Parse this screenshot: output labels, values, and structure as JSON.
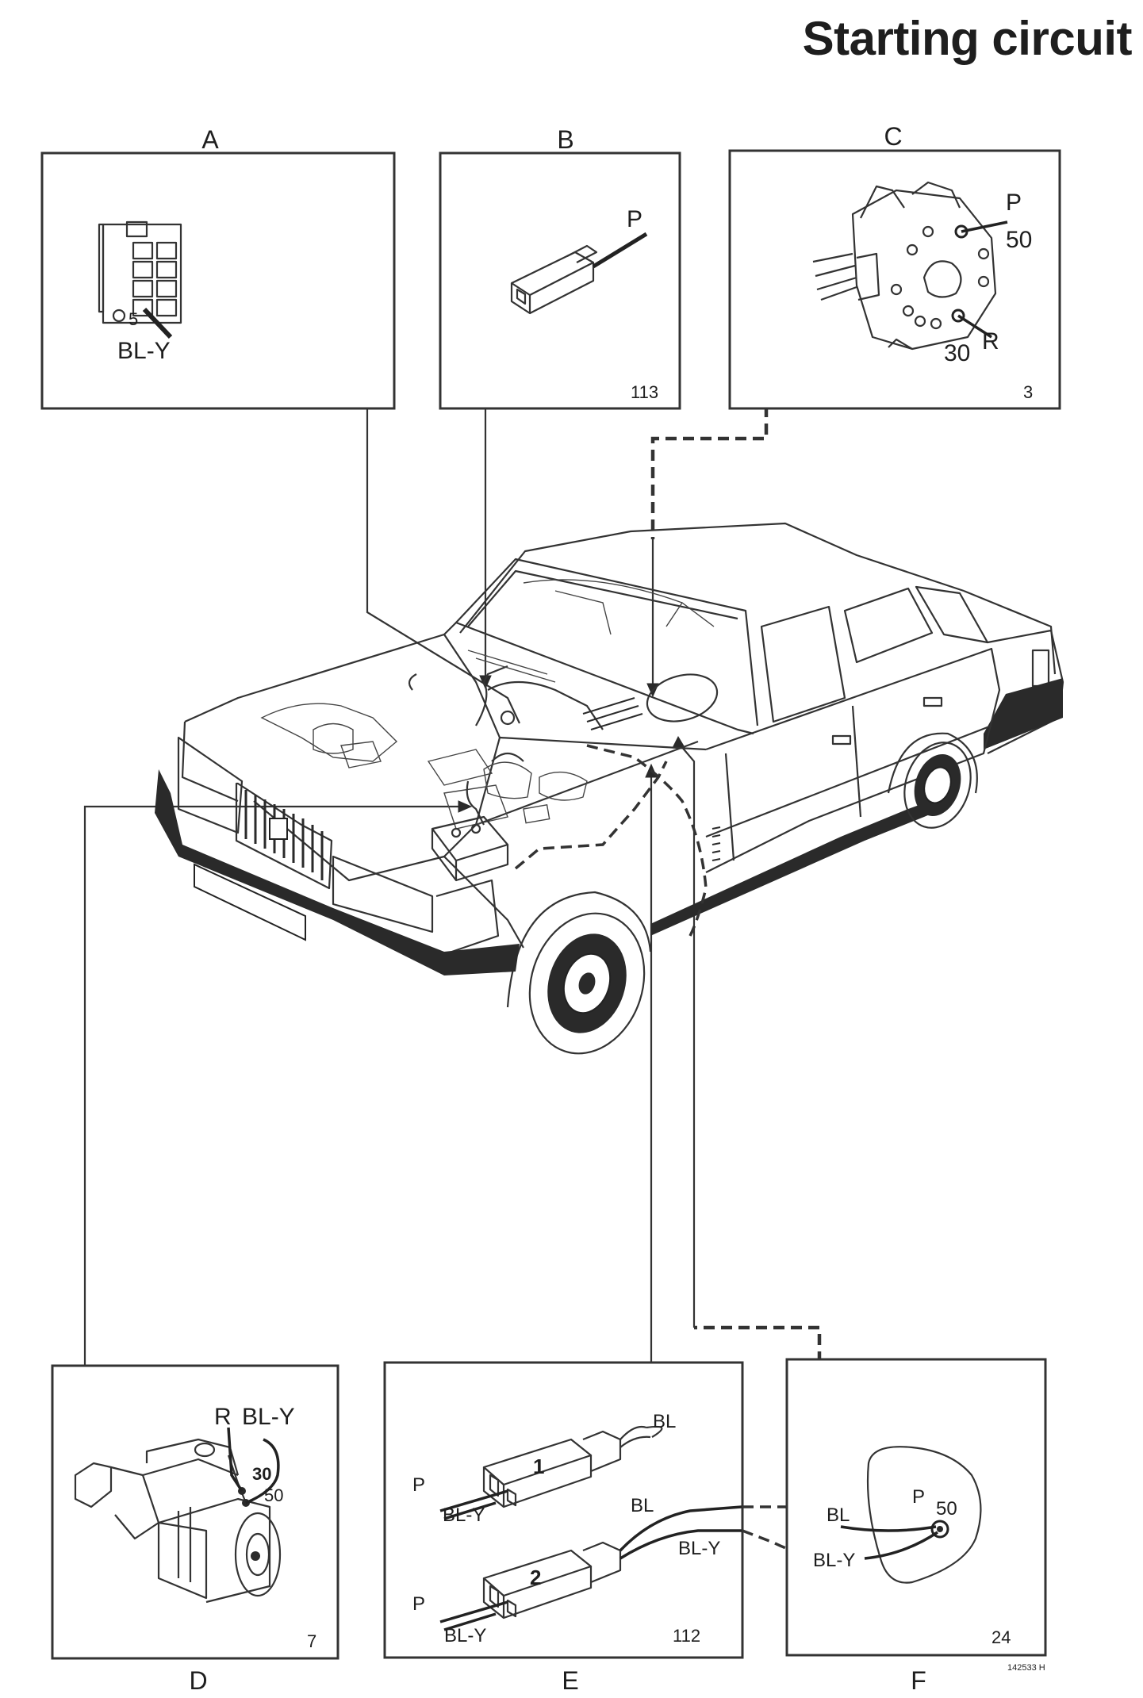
{
  "title": "Starting circuit",
  "panels": {
    "A": {
      "letter": "A",
      "wire_label": "BL-Y",
      "pin": "5"
    },
    "B": {
      "letter": "B",
      "wire_label": "P",
      "ref": "113"
    },
    "C": {
      "letter": "C",
      "terminal_top": "P",
      "terminal_top_num": "50",
      "terminal_bottom": "R",
      "terminal_bottom_num": "30",
      "ref": "3"
    },
    "D": {
      "letter": "D",
      "wire_r": "R",
      "wire_bly": "BL-Y",
      "term_30": "30",
      "term_50": "50",
      "ref": "7"
    },
    "E": {
      "letter": "E",
      "conn1": "1",
      "conn2": "2",
      "bl_top": "BL",
      "p_top": "P",
      "bly_top": "BL-Y",
      "bl_mid": "BL",
      "bly_mid": "BL-Y",
      "p_bottom": "P",
      "bly_bottom": "BL-Y",
      "ref": "112"
    },
    "F": {
      "letter": "F",
      "p": "P",
      "num_50": "50",
      "bl": "BL",
      "bly": "BL-Y",
      "ref": "24"
    }
  },
  "figure_code": "142533 H",
  "icons": [
    "connector-block-icon",
    "spade-connector-icon",
    "ignition-switch-icon",
    "starter-motor-icon",
    "inline-connector-icon",
    "terminal-icon",
    "car-icon"
  ]
}
